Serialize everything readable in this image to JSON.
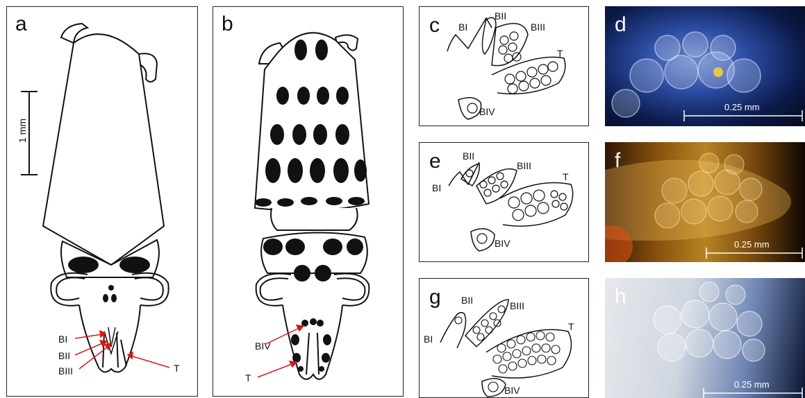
{
  "panels": {
    "a": {
      "letter": "a",
      "scale_label": "1 mm",
      "labels": {
        "bi": "BI",
        "bii": "BII",
        "biii": "BIII",
        "t": "T"
      }
    },
    "b": {
      "letter": "b",
      "labels": {
        "biv": "BIV",
        "t": "T"
      }
    },
    "c": {
      "letter": "c",
      "labels": {
        "bi": "BI",
        "bii": "BII",
        "biii": "BIII",
        "t": "T",
        "biv": "BIV"
      }
    },
    "d": {
      "letter": "d",
      "scale_label": "0.25 mm"
    },
    "e": {
      "letter": "e",
      "labels": {
        "bii": "BII",
        "biii": "BIII",
        "bi": "BI",
        "t": "T",
        "biv": "BIV"
      }
    },
    "f": {
      "letter": "f",
      "scale_label": "0.25 mm"
    },
    "g": {
      "letter": "g",
      "labels": {
        "bii": "BII",
        "biii": "BIII",
        "bi": "BI",
        "t": "T",
        "biv": "BIV"
      }
    },
    "h": {
      "letter": "h",
      "scale_label": "0.25 mm"
    }
  },
  "colors": {
    "arrow": "#d11a1a",
    "ink": "#111111",
    "photo_d": "#1b3a8a",
    "photo_f": "#c98a1e",
    "photo_h": "#c9d3e0"
  }
}
